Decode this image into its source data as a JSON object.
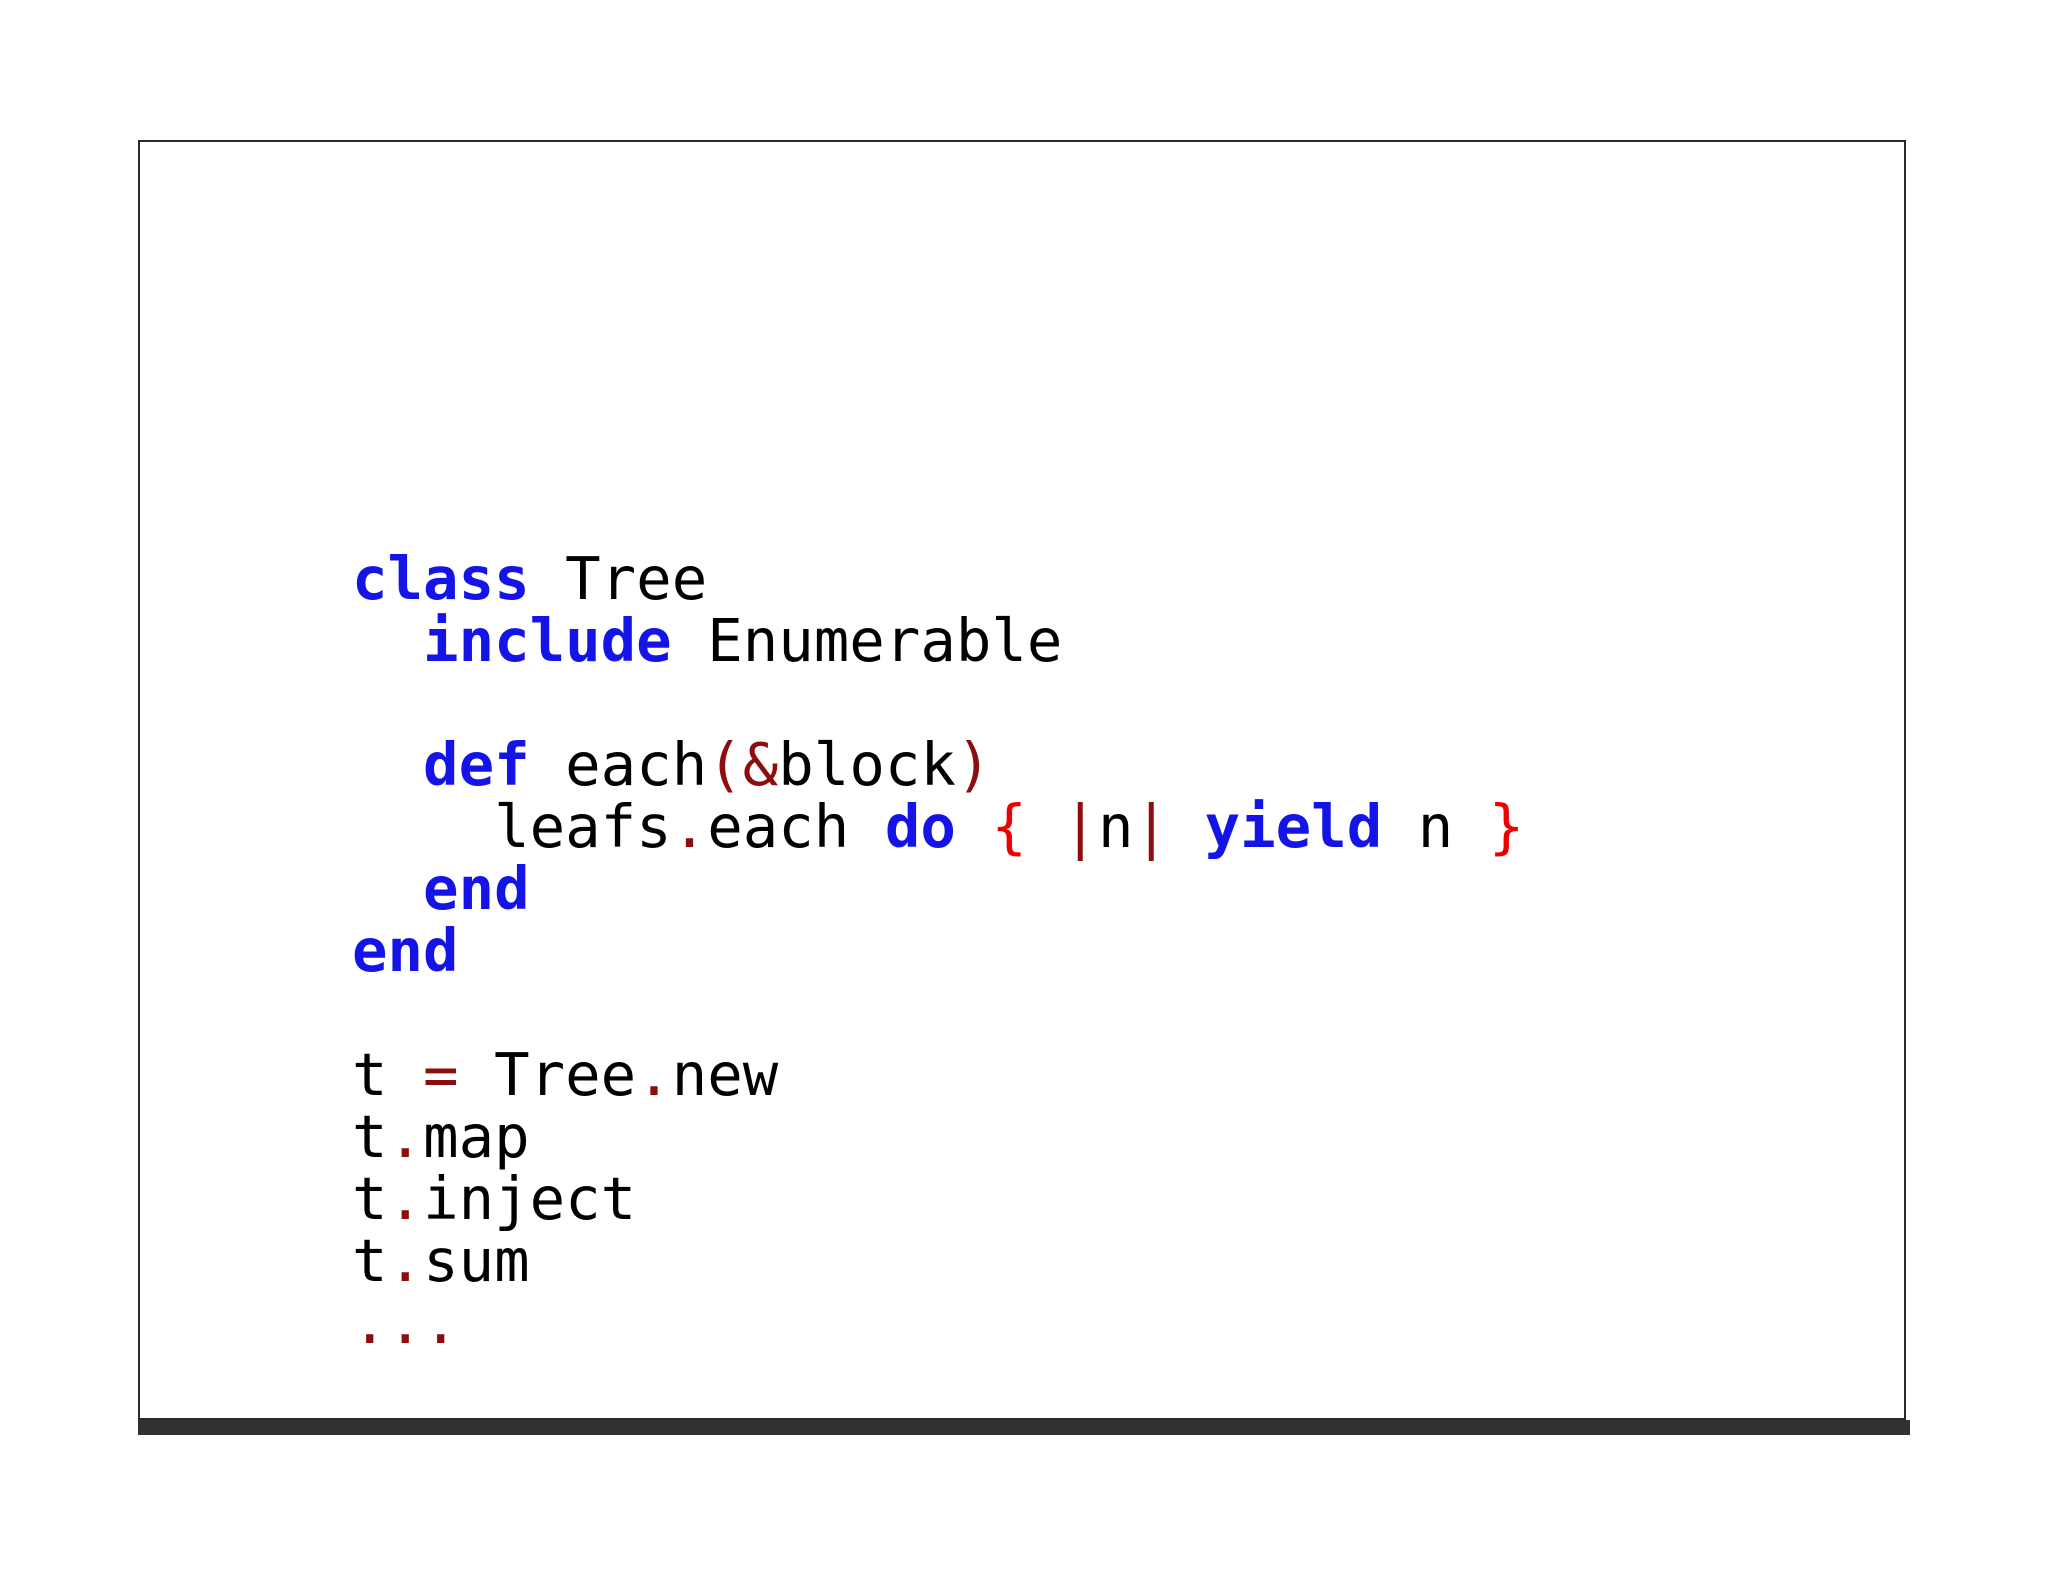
{
  "slide": {
    "background_color": "#ffffff",
    "frame_border_color": "#2b2b2b",
    "frame_shadow_color": "#313134"
  },
  "theme": {
    "keyword_color": "#1414e6",
    "punctuation_color": "#8b0d0d",
    "brace_color": "#ee0000",
    "plain_color": "#000000",
    "background_color": "#ffffff"
  },
  "code": {
    "language": "ruby",
    "full_text": "class Tree\n  include Enumerable\n\n  def each(&block)\n    leafs.each do { |n| yield n }\n  end\nend\n\nt = Tree.new\nt.map\nt.inject\nt.sum\n...",
    "lines": [
      {
        "index": 1,
        "text": "class Tree",
        "tokens": [
          {
            "text": "class",
            "kind": "keyword"
          },
          {
            "text": " Tree",
            "kind": "plain"
          }
        ]
      },
      {
        "index": 2,
        "text": "  include Enumerable",
        "tokens": [
          {
            "text": "  ",
            "kind": "plain"
          },
          {
            "text": "include",
            "kind": "keyword"
          },
          {
            "text": " Enumerable",
            "kind": "plain"
          }
        ]
      },
      {
        "index": 3,
        "text": "",
        "tokens": []
      },
      {
        "index": 4,
        "text": "  def each(&block)",
        "tokens": [
          {
            "text": "  ",
            "kind": "plain"
          },
          {
            "text": "def",
            "kind": "keyword"
          },
          {
            "text": " each",
            "kind": "plain"
          },
          {
            "text": "(&",
            "kind": "punctuation"
          },
          {
            "text": "block",
            "kind": "plain"
          },
          {
            "text": ")",
            "kind": "punctuation"
          }
        ]
      },
      {
        "index": 5,
        "text": "    leafs.each do { |n| yield n }",
        "tokens": [
          {
            "text": "    leafs",
            "kind": "plain"
          },
          {
            "text": ".",
            "kind": "punctuation"
          },
          {
            "text": "each ",
            "kind": "plain"
          },
          {
            "text": "do",
            "kind": "keyword"
          },
          {
            "text": " ",
            "kind": "plain"
          },
          {
            "text": "{",
            "kind": "brace"
          },
          {
            "text": " ",
            "kind": "plain"
          },
          {
            "text": "|",
            "kind": "punctuation"
          },
          {
            "text": "n",
            "kind": "plain"
          },
          {
            "text": "|",
            "kind": "punctuation"
          },
          {
            "text": " ",
            "kind": "plain"
          },
          {
            "text": "yield",
            "kind": "keyword"
          },
          {
            "text": " n ",
            "kind": "plain"
          },
          {
            "text": "}",
            "kind": "brace"
          }
        ]
      },
      {
        "index": 6,
        "text": "  end",
        "tokens": [
          {
            "text": "  ",
            "kind": "plain"
          },
          {
            "text": "end",
            "kind": "keyword"
          }
        ]
      },
      {
        "index": 7,
        "text": "end",
        "tokens": [
          {
            "text": "end",
            "kind": "keyword"
          }
        ]
      },
      {
        "index": 8,
        "text": "",
        "tokens": []
      },
      {
        "index": 9,
        "text": "t = Tree.new",
        "tokens": [
          {
            "text": "t ",
            "kind": "plain"
          },
          {
            "text": "=",
            "kind": "punctuation"
          },
          {
            "text": " Tree",
            "kind": "plain"
          },
          {
            "text": ".",
            "kind": "punctuation"
          },
          {
            "text": "new",
            "kind": "plain"
          }
        ]
      },
      {
        "index": 10,
        "text": "t.map",
        "tokens": [
          {
            "text": "t",
            "kind": "plain"
          },
          {
            "text": ".",
            "kind": "punctuation"
          },
          {
            "text": "map",
            "kind": "plain"
          }
        ]
      },
      {
        "index": 11,
        "text": "t.inject",
        "tokens": [
          {
            "text": "t",
            "kind": "plain"
          },
          {
            "text": ".",
            "kind": "punctuation"
          },
          {
            "text": "inject",
            "kind": "plain"
          }
        ]
      },
      {
        "index": 12,
        "text": "t.sum",
        "tokens": [
          {
            "text": "t",
            "kind": "plain"
          },
          {
            "text": ".",
            "kind": "punctuation"
          },
          {
            "text": "sum",
            "kind": "plain"
          }
        ]
      },
      {
        "index": 13,
        "text": "...",
        "tokens": [
          {
            "text": "...",
            "kind": "ellipsis"
          }
        ]
      }
    ]
  }
}
